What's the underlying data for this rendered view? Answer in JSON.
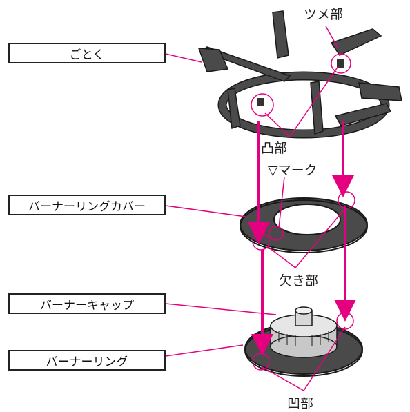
{
  "labels": {
    "gotoku": "ごとく",
    "burner_ring_cover": "バーナーリングカバー",
    "burner_cap": "バーナーキャップ",
    "burner_ring": "バーナーリング"
  },
  "annotations": {
    "tsume": "ツメ部",
    "totsu": "凸部",
    "triangle_mark": "▽マーク",
    "kaki": "欠き部",
    "ou": "凹部"
  },
  "colors": {
    "arrow": "#e5007f",
    "part_dark": "#4a4a4a",
    "outline": "#1a1a1a",
    "leader": "#e5007f"
  }
}
